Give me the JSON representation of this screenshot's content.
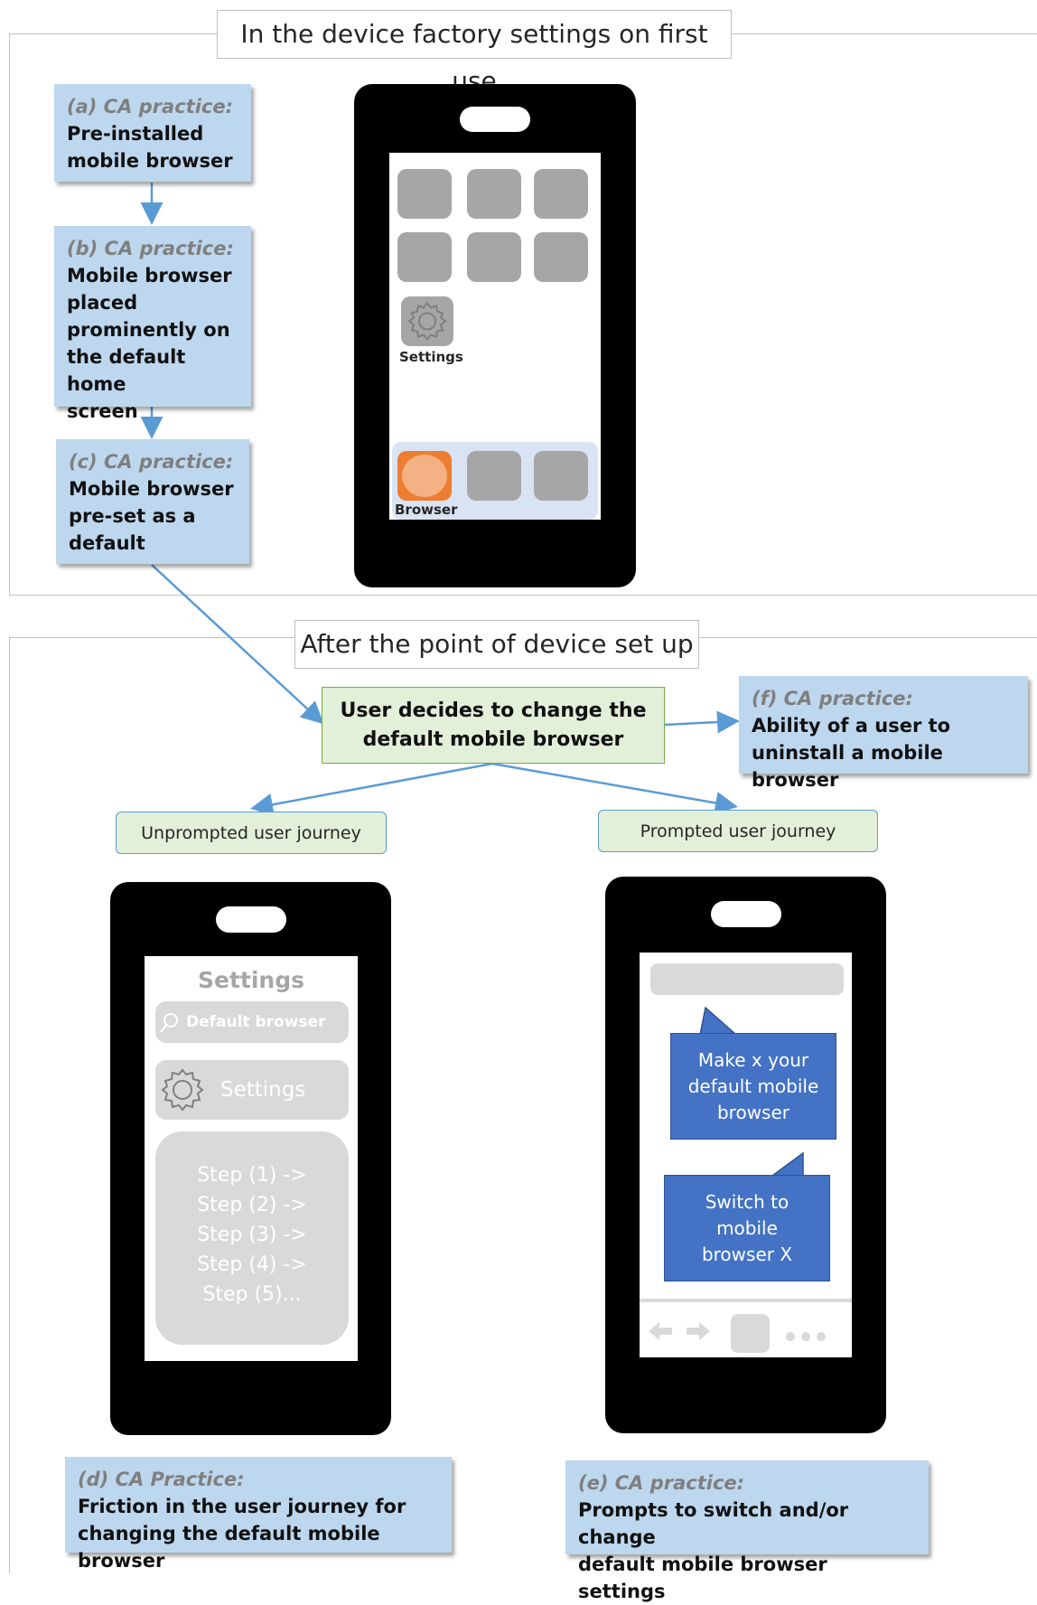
{
  "sections": {
    "top_title": "In the device factory settings on first use",
    "bottom_title": "After the point of device set up"
  },
  "practices": {
    "a": {
      "tag": "(a) CA practice:",
      "text": "Pre-installed\nmobile  browser"
    },
    "b": {
      "tag": "(b) CA practice:",
      "text": "Mobile browser\nplaced\nprominently on\nthe default home\nscreen"
    },
    "c": {
      "tag": "(c) CA practice:",
      "text": "Mobile browser\npre-set as a\ndefault"
    },
    "f": {
      "tag": "(f) CA practice:",
      "text": " Ability of a user to\nuninstall a mobile browser"
    },
    "d": {
      "tag": "(d) CA Practice:",
      "text": " Friction in the user journey for\nchanging the default mobile browser"
    },
    "e": {
      "tag": "(e) CA practice:",
      "text": "Prompts to switch and/or change\ndefault mobile browser settings"
    }
  },
  "phone1": {
    "settings_label": "Settings",
    "browser_label": "Browser"
  },
  "decision": "User decides to change the\ndefault mobile browser",
  "journeys": {
    "unprompted": "Unprompted user journey",
    "prompted": "Prompted user journey"
  },
  "phone2": {
    "title": "Settings",
    "search": "Default browser",
    "settings_row": "Settings",
    "steps": [
      "Step (1)  ->",
      "Step (2) ->",
      "Step (3) ->",
      "Step (4) ->",
      "Step (5)..."
    ]
  },
  "phone3": {
    "prompt1": "Make x your\ndefault mobile\nbrowser",
    "prompt2": "Switch to\nmobile\nbrowser X"
  },
  "colors": {
    "practice_bg": "#bdd7ee",
    "decision_bg": "#e2efd9",
    "prompt_bg": "#4472c4",
    "arrow": "#5b9bd5",
    "browser_icon": "#ed7d31"
  }
}
